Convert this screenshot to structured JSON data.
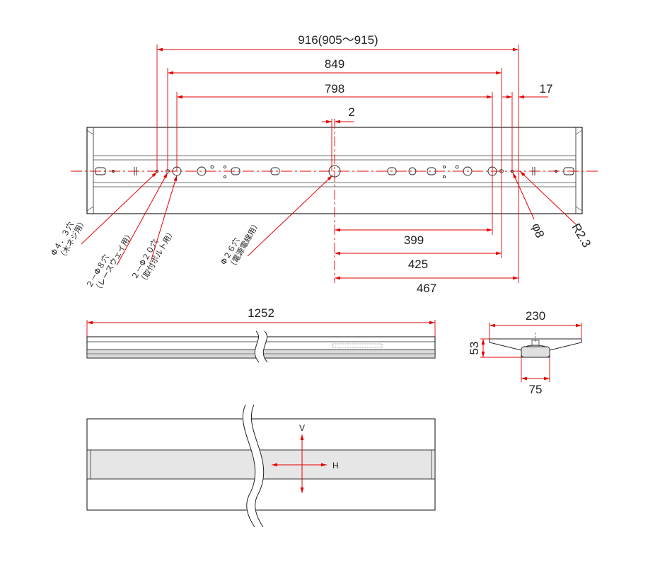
{
  "top_view": {
    "dims": {
      "overall_mount": "916(905～915)",
      "d849": "849",
      "d798": "798",
      "d17": "17",
      "d2": "2",
      "d399": "399",
      "d425": "425",
      "d467": "467",
      "phi8": "φ8",
      "r23": "R2.3"
    },
    "notes": {
      "hole_43_a": "Φ４．３穴",
      "hole_43_b": "（木ネジ用）",
      "hole_8_a": "２－Φ８穴",
      "hole_8_b": "（レースウェイ用）",
      "hole_20_a": "２－Φ２０穴",
      "hole_20_b": "（取付ボルト用）",
      "hole_26_a": "Φ２６穴",
      "hole_26_b": "（電源電線用）"
    }
  },
  "side_view": {
    "length": "1252"
  },
  "end_view": {
    "width": "230",
    "height": "53",
    "bottom": "75"
  },
  "bottom_view": {
    "axis_v": "V",
    "axis_h": "H"
  },
  "colors": {
    "dimension": "#e60000",
    "outline": "#222222"
  }
}
